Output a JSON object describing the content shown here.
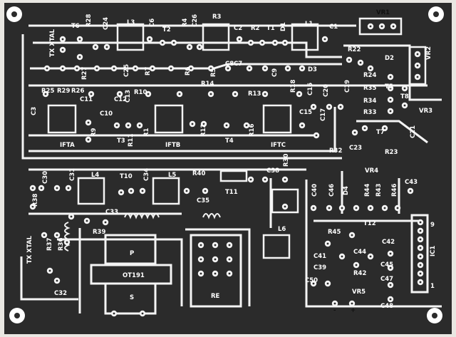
{
  "board": {
    "colors": {
      "copper": "#2b2b2b",
      "paper": "#e9e7e2",
      "silk": "#ffffff",
      "pad": "#f4f4f4"
    }
  },
  "labels": {
    "t6": "T6",
    "r28": "R28",
    "c24": "C24",
    "l3": "L3",
    "c6": "C6",
    "t2": "T2",
    "r4": "R4",
    "c26": "C26",
    "r3": "R3",
    "c2": "C2",
    "r2": "R2",
    "t1": "T1",
    "d1": "D1",
    "l1": "L1",
    "c1": "C1",
    "vr1": "VR1",
    "txxtal_top": "TX XTAL",
    "r27": "R27",
    "c25": "C25",
    "r25": "R25",
    "r29": "R29",
    "r26": "R26",
    "r5": "R5",
    "r6": "R6",
    "r7": "R7",
    "c9": "C9",
    "r22": "R22",
    "d2": "D2",
    "vr2": "VR2",
    "d3": "D3",
    "r24": "R24",
    "r35": "R35",
    "t5": "T5",
    "t8": "T8",
    "r34": "R34",
    "r33": "R33",
    "vr3": "VR3",
    "c3": "C3",
    "c11": "C11",
    "c10": "C10",
    "c12": "C12",
    "c13": "C13",
    "r14": "R14",
    "r10": "R10",
    "r13": "R13",
    "r18": "R18",
    "c16": "C16",
    "c20": "C20",
    "c19": "C19",
    "c15": "C15",
    "c17": "C17",
    "t7": "T7",
    "c21": "C21",
    "ifta": "IFTA",
    "r9": "R9",
    "t3": "T3",
    "r11": "R11",
    "r1": "R1",
    "iftb": "IFTB",
    "r12": "R12",
    "t4": "T4",
    "r16": "R16",
    "iftc": "IFTC",
    "r23": "R23",
    "r32": "R32",
    "c23": "C23",
    "vr4": "VR4",
    "c30": "C30",
    "c31": "C31",
    "l4": "L4",
    "t10": "T10",
    "c34": "C34",
    "l5": "L5",
    "r40": "R40",
    "c38": "C38",
    "r30": "R30",
    "c43": "C43",
    "c40": "C40",
    "c46": "C46",
    "d4": "D4",
    "r44": "R44",
    "r43": "R43",
    "r46": "R46",
    "r38": "R38",
    "t11": "T11",
    "c35": "C35",
    "c33": "C33",
    "r39": "R39",
    "txxtal_bottom": "TX XTAL",
    "r37": "R37",
    "r36": "R36",
    "l6": "L6",
    "r45": "R45",
    "t12": "T12",
    "c42": "C42",
    "c41": "C41",
    "c44": "C44",
    "c39": "C39",
    "r42": "R42",
    "c45": "C45",
    "c47": "C47",
    "c50": "C50",
    "vr5": "VR5",
    "c48": "C48",
    "c32": "C32",
    "ot_p": "P",
    "ot_name": "OT191",
    "ot_s": "S",
    "re": "RE",
    "ic1": "IC1",
    "pin9": "9",
    "pin1": "1",
    "minus": "-",
    "plus": "+",
    "c8": "C8",
    "c7": "C7"
  }
}
